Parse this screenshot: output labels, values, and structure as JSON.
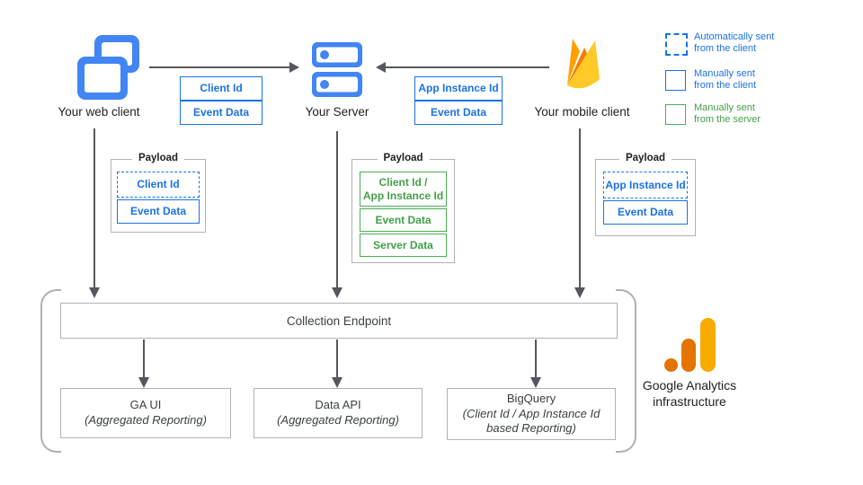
{
  "diagram": {
    "clients": {
      "web": {
        "label": "Your web client"
      },
      "server": {
        "label": "Your Server"
      },
      "mobile": {
        "label": "Your mobile client"
      }
    },
    "flows": {
      "web_to_server": {
        "params": [
          "Client Id",
          "Event Data"
        ]
      },
      "mobile_to_server": {
        "params": [
          "App Instance Id",
          "Event Data"
        ]
      }
    },
    "legend": {
      "items": [
        {
          "style": "dashed-blue",
          "line1": "Automatically sent",
          "line2": "from the client"
        },
        {
          "style": "solid-blue",
          "line1": "Manually sent",
          "line2": "from the client"
        },
        {
          "style": "solid-green",
          "line1": "Manually sent",
          "line2": "from the server"
        }
      ]
    },
    "payloads": {
      "web": {
        "title": "Payload",
        "items": [
          "Client Id",
          "Event Data"
        ]
      },
      "server": {
        "title": "Payload",
        "item1_line1": "Client Id /",
        "item1_line2": "App Instance Id",
        "item2": "Event Data",
        "item3": "Server Data"
      },
      "mobile": {
        "title": "Payload",
        "items": [
          "App Instance Id",
          "Event Data"
        ]
      }
    },
    "infrastructure": {
      "endpoint_label": "Collection Endpoint",
      "outputs": [
        {
          "title": "GA UI",
          "subtitle": "(Aggregated Reporting)"
        },
        {
          "title": "Data API",
          "subtitle": "(Aggregated Reporting)"
        },
        {
          "title": "BigQuery",
          "subtitle": "(Client Id / App Instance Id based Reporting)"
        }
      ],
      "caption_line1": "Google Analytics",
      "caption_line2": "infrastructure"
    },
    "colors": {
      "blue_accent": "#1a73e8",
      "icon_blue": "#4285f4",
      "green_accent": "#4caf50",
      "arrow_gray": "#54585c",
      "box_border_gray": "#b3b3b3",
      "firebase_amber": "#ffa000",
      "firebase_orange": "#f57c00",
      "firebase_yellow": "#ffca28",
      "ga_logo_orange": "#e37400",
      "ga_logo_amber": "#f9ab00"
    }
  }
}
